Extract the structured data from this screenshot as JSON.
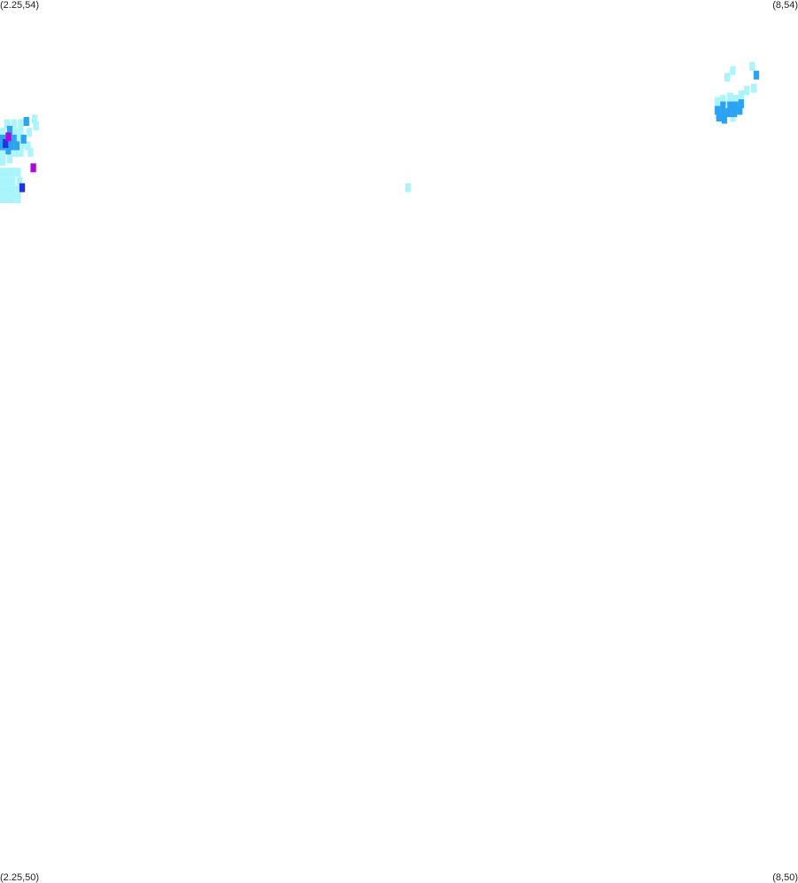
{
  "corners": {
    "top_left": "(2.25,54)",
    "top_right": "(8,54)",
    "bottom_left": "(2.25,50)",
    "bottom_right": "(8,50)"
  },
  "map": {
    "lon_range": [
      2.25,
      8
    ],
    "lat_range": [
      50,
      54
    ],
    "cell_size_deg": 0.04,
    "intensity_colors": {
      "light": "#aaf5fb",
      "medium": "#2ba3f2",
      "heavy": "#2433e2",
      "extreme": "#a90ad9"
    },
    "cells": [
      {
        "lon": 2.3,
        "lat": 53.44,
        "level": "light"
      },
      {
        "lon": 2.35,
        "lat": 53.44,
        "level": "light"
      },
      {
        "lon": 2.4,
        "lat": 53.44,
        "level": "light"
      },
      {
        "lon": 2.44,
        "lat": 53.45,
        "level": "medium"
      },
      {
        "lon": 2.5,
        "lat": 53.46,
        "level": "light"
      },
      {
        "lon": 2.51,
        "lat": 53.43,
        "level": "light"
      },
      {
        "lon": 2.27,
        "lat": 53.4,
        "level": "light"
      },
      {
        "lon": 2.32,
        "lat": 53.41,
        "level": "medium"
      },
      {
        "lon": 2.36,
        "lat": 53.4,
        "level": "light"
      },
      {
        "lon": 2.4,
        "lat": 53.4,
        "level": "light"
      },
      {
        "lon": 2.46,
        "lat": 53.4,
        "level": "light"
      },
      {
        "lon": 2.26,
        "lat": 53.37,
        "level": "medium"
      },
      {
        "lon": 2.31,
        "lat": 53.38,
        "level": "extreme"
      },
      {
        "lon": 2.35,
        "lat": 53.37,
        "level": "medium"
      },
      {
        "lon": 2.39,
        "lat": 53.38,
        "level": "light"
      },
      {
        "lon": 2.42,
        "lat": 53.37,
        "level": "medium"
      },
      {
        "lon": 2.25,
        "lat": 53.34,
        "level": "medium"
      },
      {
        "lon": 2.29,
        "lat": 53.35,
        "level": "heavy"
      },
      {
        "lon": 2.33,
        "lat": 53.34,
        "level": "medium"
      },
      {
        "lon": 2.37,
        "lat": 53.34,
        "level": "medium"
      },
      {
        "lon": 2.41,
        "lat": 53.35,
        "level": "light"
      },
      {
        "lon": 2.45,
        "lat": 53.34,
        "level": "light"
      },
      {
        "lon": 2.27,
        "lat": 53.31,
        "level": "light"
      },
      {
        "lon": 2.31,
        "lat": 53.32,
        "level": "medium"
      },
      {
        "lon": 2.36,
        "lat": 53.31,
        "level": "light"
      },
      {
        "lon": 2.4,
        "lat": 53.31,
        "level": "light"
      },
      {
        "lon": 2.47,
        "lat": 53.31,
        "level": "light"
      },
      {
        "lon": 2.27,
        "lat": 53.27,
        "level": "light"
      },
      {
        "lon": 2.32,
        "lat": 53.28,
        "level": "light"
      },
      {
        "lon": 2.49,
        "lat": 53.24,
        "level": "extreme"
      },
      {
        "lon": 2.26,
        "lat": 53.22,
        "level": "light"
      },
      {
        "lon": 2.3,
        "lat": 53.22,
        "level": "light"
      },
      {
        "lon": 2.34,
        "lat": 53.22,
        "level": "light"
      },
      {
        "lon": 2.38,
        "lat": 53.22,
        "level": "light"
      },
      {
        "lon": 2.26,
        "lat": 53.18,
        "level": "light"
      },
      {
        "lon": 2.3,
        "lat": 53.18,
        "level": "light"
      },
      {
        "lon": 2.34,
        "lat": 53.18,
        "level": "light"
      },
      {
        "lon": 2.39,
        "lat": 53.18,
        "level": "light"
      },
      {
        "lon": 2.41,
        "lat": 53.15,
        "level": "heavy"
      },
      {
        "lon": 2.26,
        "lat": 53.14,
        "level": "light"
      },
      {
        "lon": 2.3,
        "lat": 53.14,
        "level": "light"
      },
      {
        "lon": 2.34,
        "lat": 53.14,
        "level": "light"
      },
      {
        "lon": 2.38,
        "lat": 53.14,
        "level": "light"
      },
      {
        "lon": 2.26,
        "lat": 53.1,
        "level": "light"
      },
      {
        "lon": 2.3,
        "lat": 53.1,
        "level": "light"
      },
      {
        "lon": 2.34,
        "lat": 53.1,
        "level": "light"
      },
      {
        "lon": 2.38,
        "lat": 53.1,
        "level": "light"
      },
      {
        "lon": 5.19,
        "lat": 53.15,
        "level": "light"
      },
      {
        "lon": 7.49,
        "lat": 53.65,
        "level": "light"
      },
      {
        "lon": 7.53,
        "lat": 53.68,
        "level": "light"
      },
      {
        "lon": 7.67,
        "lat": 53.7,
        "level": "light"
      },
      {
        "lon": 7.7,
        "lat": 53.66,
        "level": "medium"
      },
      {
        "lon": 7.68,
        "lat": 53.6,
        "level": "light"
      },
      {
        "lon": 7.63,
        "lat": 53.59,
        "level": "light"
      },
      {
        "lon": 7.59,
        "lat": 53.57,
        "level": "light"
      },
      {
        "lon": 7.55,
        "lat": 53.55,
        "level": "light"
      },
      {
        "lon": 7.51,
        "lat": 53.56,
        "level": "light"
      },
      {
        "lon": 7.46,
        "lat": 53.55,
        "level": "light"
      },
      {
        "lon": 7.42,
        "lat": 53.54,
        "level": "light"
      },
      {
        "lon": 7.46,
        "lat": 53.52,
        "level": "medium"
      },
      {
        "lon": 7.51,
        "lat": 53.52,
        "level": "medium"
      },
      {
        "lon": 7.55,
        "lat": 53.52,
        "level": "medium"
      },
      {
        "lon": 7.59,
        "lat": 53.53,
        "level": "medium"
      },
      {
        "lon": 7.42,
        "lat": 53.5,
        "level": "medium"
      },
      {
        "lon": 7.46,
        "lat": 53.49,
        "level": "medium"
      },
      {
        "lon": 7.5,
        "lat": 53.49,
        "level": "medium"
      },
      {
        "lon": 7.54,
        "lat": 53.49,
        "level": "medium"
      },
      {
        "lon": 7.58,
        "lat": 53.5,
        "level": "medium"
      },
      {
        "lon": 7.43,
        "lat": 53.47,
        "level": "medium"
      },
      {
        "lon": 7.47,
        "lat": 53.46,
        "level": "medium"
      },
      {
        "lon": 7.53,
        "lat": 53.47,
        "level": "light"
      }
    ]
  }
}
